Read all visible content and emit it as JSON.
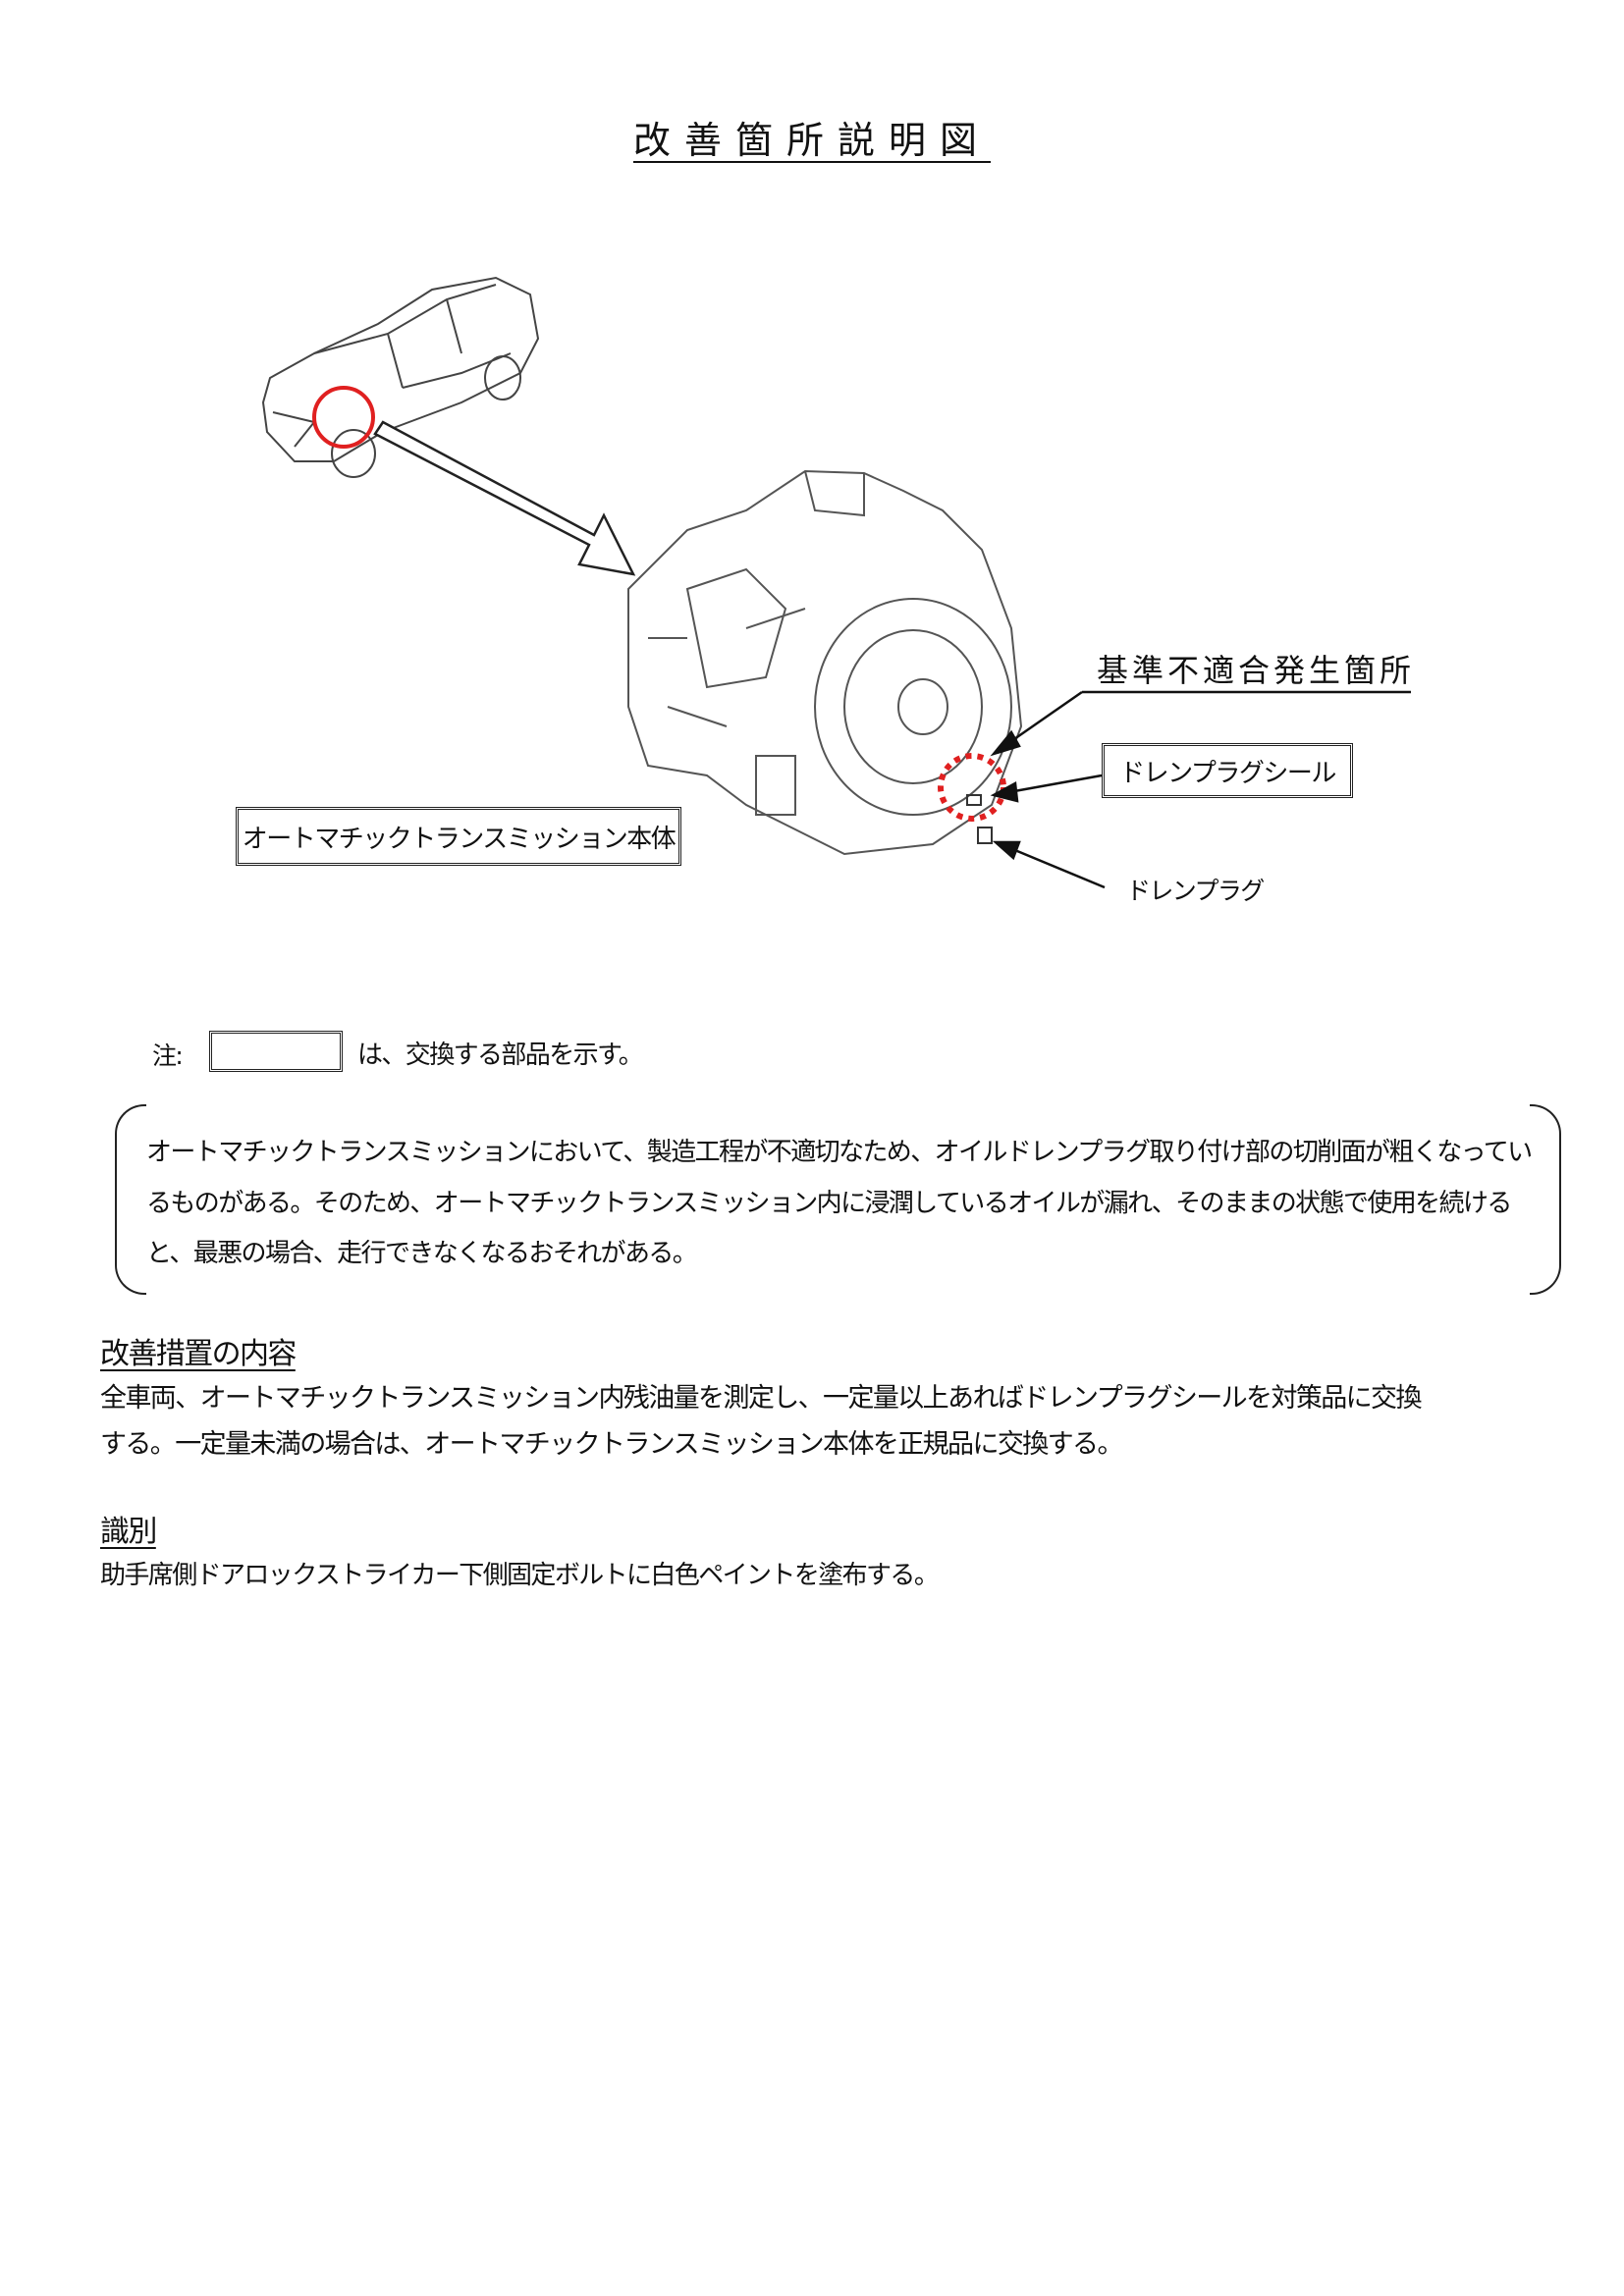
{
  "title": "改善箇所説明図",
  "diagram": {
    "defect_location_label": "基準不適合発生箇所",
    "drain_plug_seal_label": "ドレンプラグシール",
    "drain_plug_label": "ドレンプラグ",
    "transmission_label": "オートマチックトランスミッション本体",
    "accent_color": "#e02020"
  },
  "note": {
    "prefix": "注:",
    "text": "は、交換する部品を示す。"
  },
  "description": {
    "lines": [
      "オートマチックトランスミッションにおいて、製造工程が不適切なため、オイルドレンプラグ取り付け部の切削面が粗くなってい",
      "るものがある。そのため、オートマチックトランスミッション内に浸潤しているオイルが漏れ、そのままの状態で使用を続ける",
      "と、最悪の場合、走行できなくなるおそれがある。"
    ]
  },
  "remedy": {
    "heading": "改善措置の内容",
    "lines": [
      "全車両、オートマチックトランスミッション内残油量を測定し、一定量以上あればドレンプラグシールを対策品に交換",
      "する。一定量未満の場合は、オートマチックトランスミッション本体を正規品に交換する。"
    ]
  },
  "identification": {
    "heading": "識別",
    "text": "助手席側ドアロックストライカー下側固定ボルトに白色ペイントを塗布する。"
  }
}
